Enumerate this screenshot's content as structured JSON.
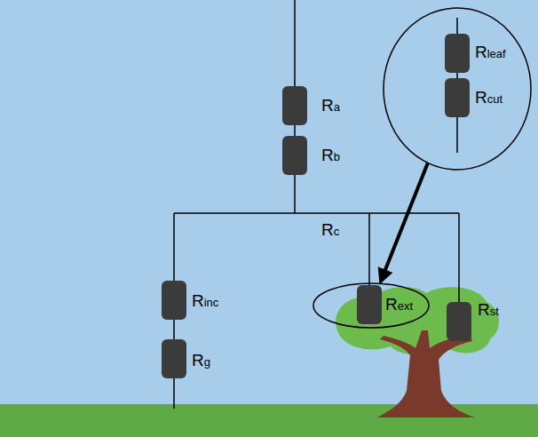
{
  "diagram": {
    "nodes": [
      {
        "text": [
          "Rleaf",
          "Rcut"
        ]
      },
      {
        "text": [
          "Rext"
        ]
      }
    ],
    "edges": [
      {
        "from": 0,
        "to": 1,
        "arrow": "to"
      }
    ],
    "labels": [
      "Ra",
      "Rb",
      "Rc",
      "Rinc",
      "Rg",
      "Rst"
    ]
  }
}
